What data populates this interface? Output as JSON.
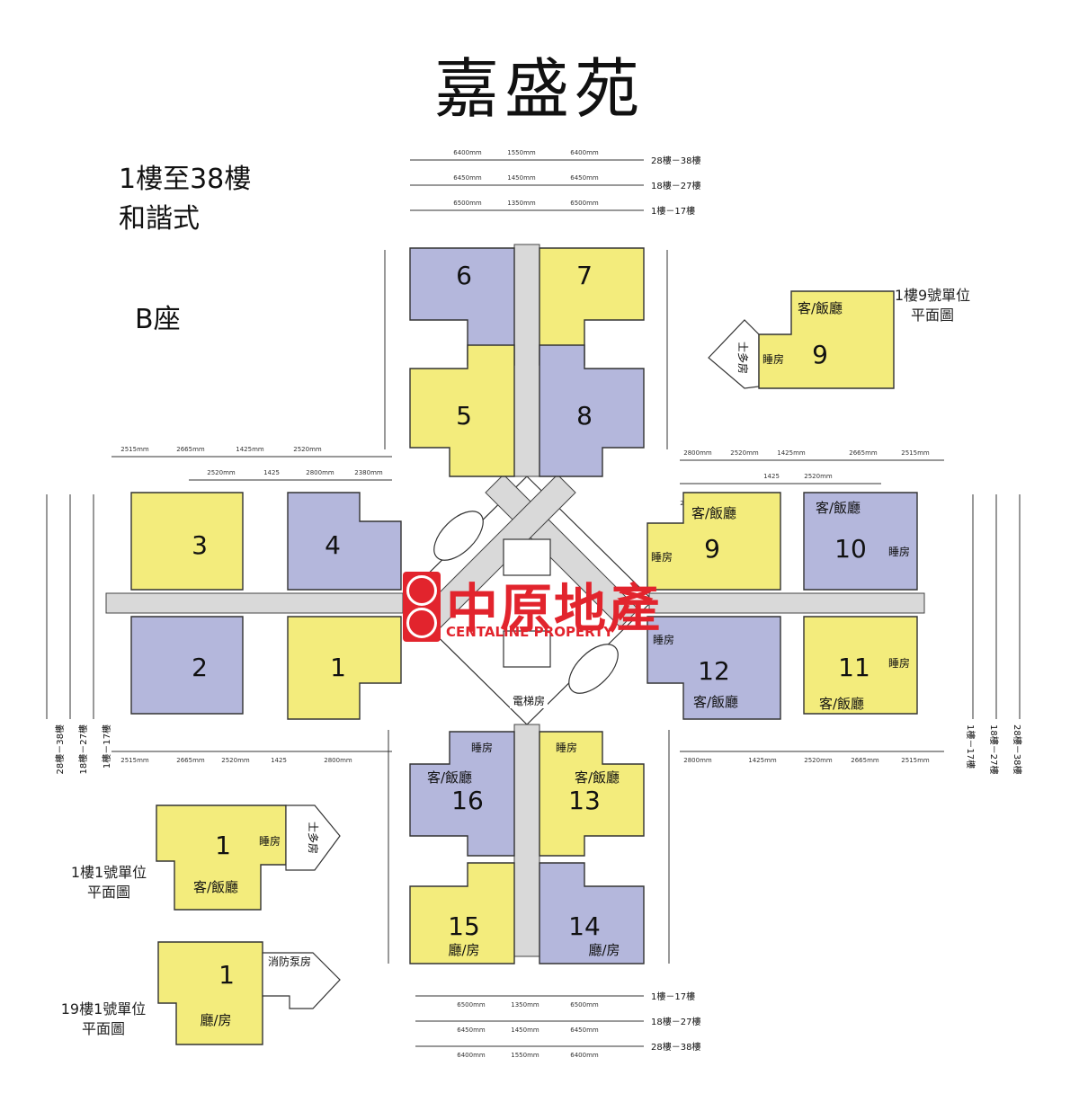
{
  "title": "嘉盛苑",
  "info": {
    "floors": "1樓至38樓",
    "type": "和諧式",
    "block": "B座"
  },
  "units": {
    "u1": "1",
    "u2": "2",
    "u3": "3",
    "u4": "4",
    "u5": "5",
    "u6": "6",
    "u7": "7",
    "u8": "8",
    "u9": "9",
    "u10": "10",
    "u11": "11",
    "u12": "12",
    "u13": "13",
    "u14": "14",
    "u15": "15",
    "u16": "16"
  },
  "room_labels": {
    "living_dining": "客/飯廳",
    "bedroom": "睡房",
    "hall_room": "廳/房",
    "lift_lobby": "電梯房",
    "store": "士多房",
    "fire_room": "消防泵房"
  },
  "insets": {
    "unit9_floor1": {
      "caption_line1": "1樓9號單位",
      "caption_line2": "平面圖",
      "unit": "9"
    },
    "unit1_floor1": {
      "caption_line1": "1樓1號單位",
      "caption_line2": "平面圖",
      "unit": "1"
    },
    "unit1_floor19": {
      "caption_line1": "19樓1號單位",
      "caption_line2": "平面圖",
      "unit": "1"
    }
  },
  "dimension_rows": {
    "top": [
      {
        "floors": "28樓－38樓",
        "a": "6400mm",
        "b": "1550mm",
        "c": "6400mm"
      },
      {
        "floors": "18樓－27樓",
        "a": "6450mm",
        "b": "1450mm",
        "c": "6450mm"
      },
      {
        "floors": "1樓－17樓",
        "a": "6500mm",
        "b": "1350mm",
        "c": "6500mm"
      }
    ],
    "bottom": [
      {
        "floors": "1樓－17樓",
        "a": "6500mm",
        "b": "1350mm",
        "c": "6500mm"
      },
      {
        "floors": "18樓－27樓",
        "a": "6450mm",
        "b": "1450mm",
        "c": "6450mm"
      },
      {
        "floors": "28樓－38樓",
        "a": "6400mm",
        "b": "1550mm",
        "c": "6400mm"
      }
    ],
    "side_left": [
      "28樓－38樓",
      "18樓－27樓",
      "1樓－17樓"
    ],
    "side_right": [
      "1樓－17樓",
      "18樓－27樓",
      "28樓－38樓"
    ]
  },
  "wing_dims": {
    "left_top": [
      "2515mm",
      "2665mm",
      "1425mm",
      "2520mm"
    ],
    "left_mid": [
      "2520mm",
      "1425",
      "2800mm",
      "2380mm"
    ],
    "right_top": [
      "2800mm",
      "2520mm",
      "1425mm",
      "2665mm",
      "2515mm"
    ],
    "right_mid": [
      "2380mm",
      "1425",
      "2520mm"
    ],
    "left_bottom": [
      "2515mm",
      "2665mm",
      "2520mm",
      "1425",
      "2800mm"
    ],
    "right_bottom": [
      "2800mm",
      "1425mm",
      "2520mm",
      "2665mm",
      "2515mm"
    ]
  },
  "watermark": {
    "cn": "中原地產",
    "en": "CENTALINE PROPERTY"
  },
  "colors": {
    "yellow": "#f3ec7c",
    "lavender": "#b4b7dc",
    "line": "#333333",
    "corridor": "#d9d9d9",
    "brand": "#e2242d"
  }
}
